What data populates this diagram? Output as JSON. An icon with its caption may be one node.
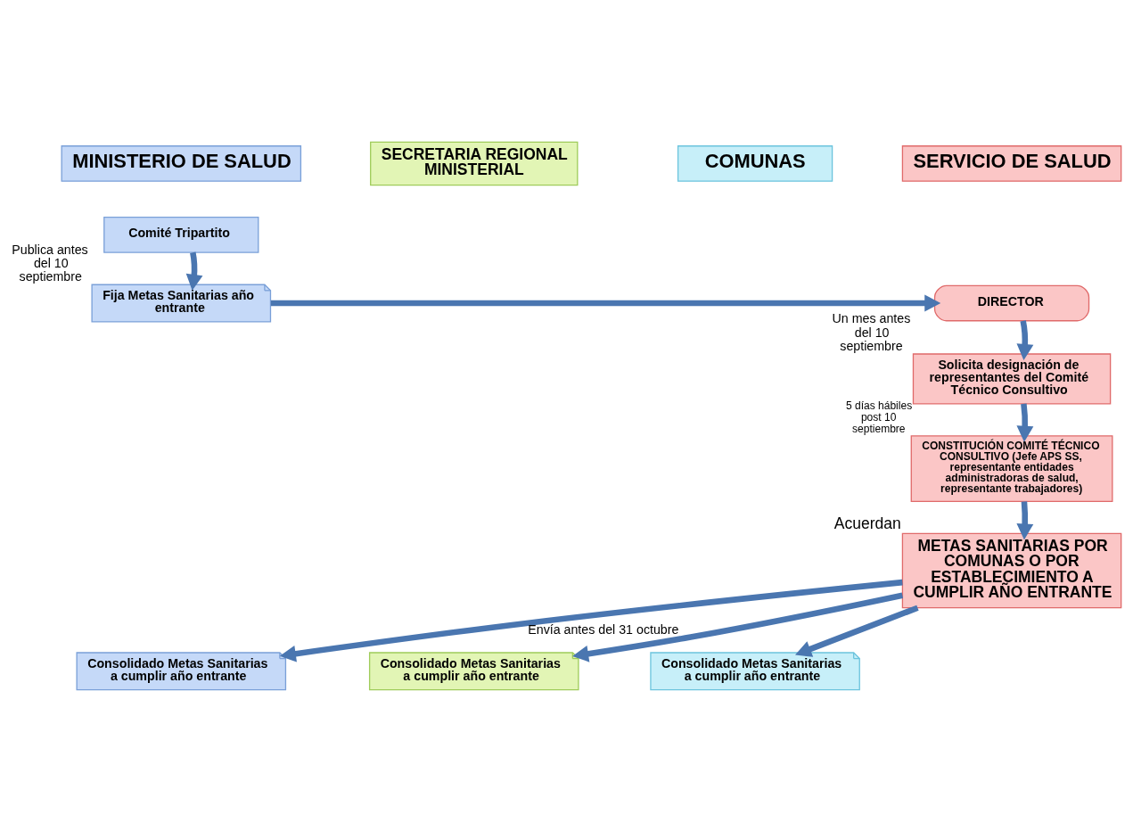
{
  "diagram": {
    "nodes": [
      {
        "text": [
          "MINISTERIO DE SALUD"
        ]
      },
      {
        "text": [
          "SECRETARIA REGIONAL MINISTERIAL"
        ]
      },
      {
        "text": [
          "COMUNAS"
        ]
      },
      {
        "text": [
          "SERVICIO DE SALUD"
        ]
      },
      {
        "text": [
          "Comité Tripartito"
        ]
      },
      {
        "text": [
          "Fija Metas Sanitarias año entrante"
        ],
        "beside": [
          "Publica antes del 10 septiembre"
        ]
      },
      {
        "text": [
          "DIRECTOR"
        ]
      },
      {
        "text": [
          "Solicita designación de representantes del Comité Técnico Consultivo"
        ],
        "beside": [
          "Un mes antes del 10 septiembre"
        ]
      },
      {
        "text": [
          "CONSTITUCIÓN COMITÉ TÉCNICO CONSULTIVO (Jefe APS SS, representante entidades administradoras de salud, representante trabajadores)"
        ],
        "beside": [
          "5 días hábiles post 10 septiembre"
        ]
      },
      {
        "text": [
          "METAS SANITARIAS POR COMUNAS O POR ESTABLECIMIENTO A CUMPLIR AÑO ENTRANTE"
        ],
        "beside": [
          "Acuerdan"
        ]
      },
      {
        "text": [
          "Consolidado Metas Sanitarias a cumplir año entrante"
        ]
      },
      {
        "text": [
          "Consolidado Metas Sanitarias a cumplir año entrante"
        ]
      },
      {
        "text": [
          "Consolidado Metas Sanitarias a cumplir año entrante"
        ]
      }
    ],
    "edges": [
      {
        "from": 4,
        "to": 5,
        "arrow": "to"
      },
      {
        "from": 5,
        "to": 6,
        "arrow": "to"
      },
      {
        "from": 6,
        "to": 7,
        "arrow": "to"
      },
      {
        "from": 7,
        "to": 8,
        "arrow": "to"
      },
      {
        "from": 8,
        "to": 9,
        "arrow": "to"
      },
      {
        "from": 9,
        "to": 10,
        "arrow": "to",
        "label": "Envía antes del 31 octubre"
      },
      {
        "from": 9,
        "to": 11,
        "arrow": "to"
      },
      {
        "from": 9,
        "to": 12,
        "arrow": "to"
      }
    ]
  }
}
